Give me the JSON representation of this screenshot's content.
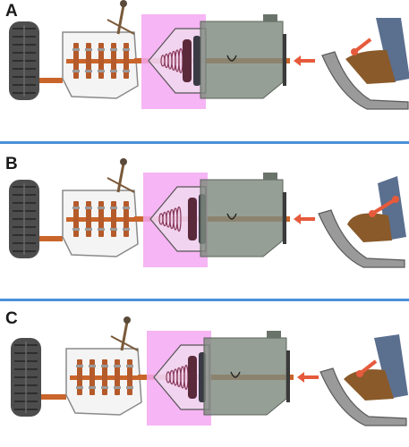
{
  "panels": [
    {
      "letter": "A"
    },
    {
      "letter": "B"
    },
    {
      "letter": "C"
    }
  ],
  "colors": {
    "clutch_highlight": "#f5a8f2",
    "shaft": "#c9652a",
    "arrow": "#e65a3c",
    "divider": "#4a90d9",
    "engine_body": "#7f8a7f",
    "tire": "#4d4d4d",
    "pedal_frame": "#9a9a9a",
    "shoe_leather": "#8a5a2a",
    "trouser": "#5b6f8f"
  },
  "icons": [
    "wheel",
    "gearbox",
    "gear-lever",
    "clutch-disc",
    "engine",
    "clutch-pedal",
    "driver-foot"
  ]
}
